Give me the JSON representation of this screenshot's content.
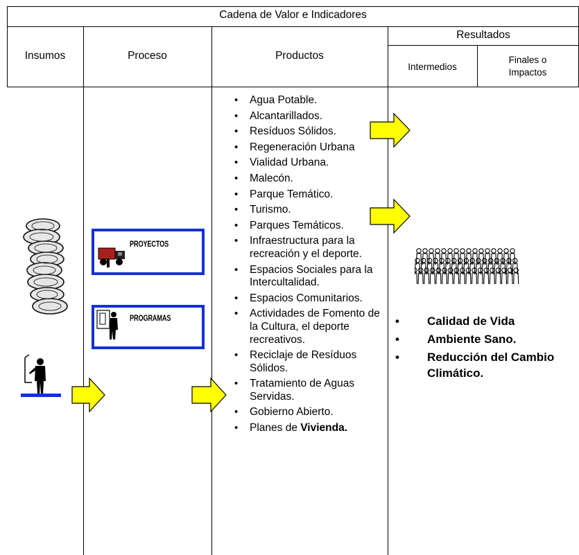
{
  "table": {
    "title": "Cadena de Valor e Indicadores",
    "headers": {
      "insumos": "Insumos",
      "proceso": "Proceso",
      "productos": "Productos",
      "resultados": "Resultados",
      "intermedios": "Intermedios",
      "finales_1": "Finales o",
      "finales_2": "Impactos"
    },
    "proceso": {
      "proyectos": "PROYECTOS",
      "programas": "PROGRAMAS"
    },
    "productos": [
      "Agua Potable.",
      "Alcantarillados.",
      "Resíduos Sólidos.",
      "Regeneración Urbana",
      "Vialidad Urbana.",
      "Malecón.",
      "Parque Temático.",
      "Turismo.",
      "Parques Temáticos.",
      "Infraestructura para la recreación y el deporte.",
      "Espacios Sociales para la Intercultalidad.",
      "Espacios Comunitarios.",
      "Actividades de Fomento de la Cultura, el deporte recreativos.",
      "Reciclaje de Resíduos Sólidos.",
      "Tratamiento de Aguas Servidas.",
      "Gobierno Abierto."
    ],
    "last_product": {
      "prefix": "Planes de ",
      "bold": "Vivienda."
    },
    "resultados": [
      "Calidad de Vida",
      "Ambiente Sano.",
      "Reducción del Cambio Climático."
    ]
  },
  "colors": {
    "arrow_fill": "#ffff00",
    "box_border": "#1530d8",
    "base_bar": "#1530d8"
  },
  "icons": [
    "coins-stack-icon",
    "presenter-icon",
    "truck-icon",
    "person-icon",
    "crowd-icon",
    "arrow-right-icon"
  ]
}
